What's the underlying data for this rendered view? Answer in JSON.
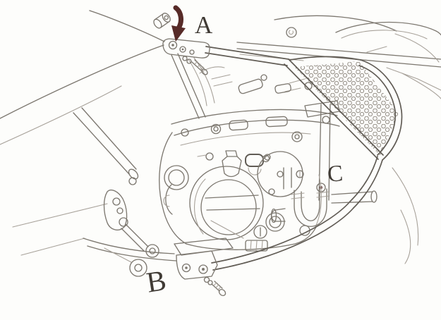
{
  "colors": {
    "bg": "#fdfdfb",
    "line": "#7d7870",
    "line-faint": "#a7a199",
    "line-dark": "#615c55",
    "mesh": "#938d85",
    "arrow": "#572b28",
    "label": "#403b35"
  },
  "diagram": {
    "callouts": {
      "a": "A",
      "b": "B",
      "c": "C"
    },
    "icons": {
      "pointer-arrow": "curved-down-arrow",
      "spacer-bushing": "cylinder-with-hole",
      "mounting-bolt": "hex-bolt-with-threads"
    }
  }
}
